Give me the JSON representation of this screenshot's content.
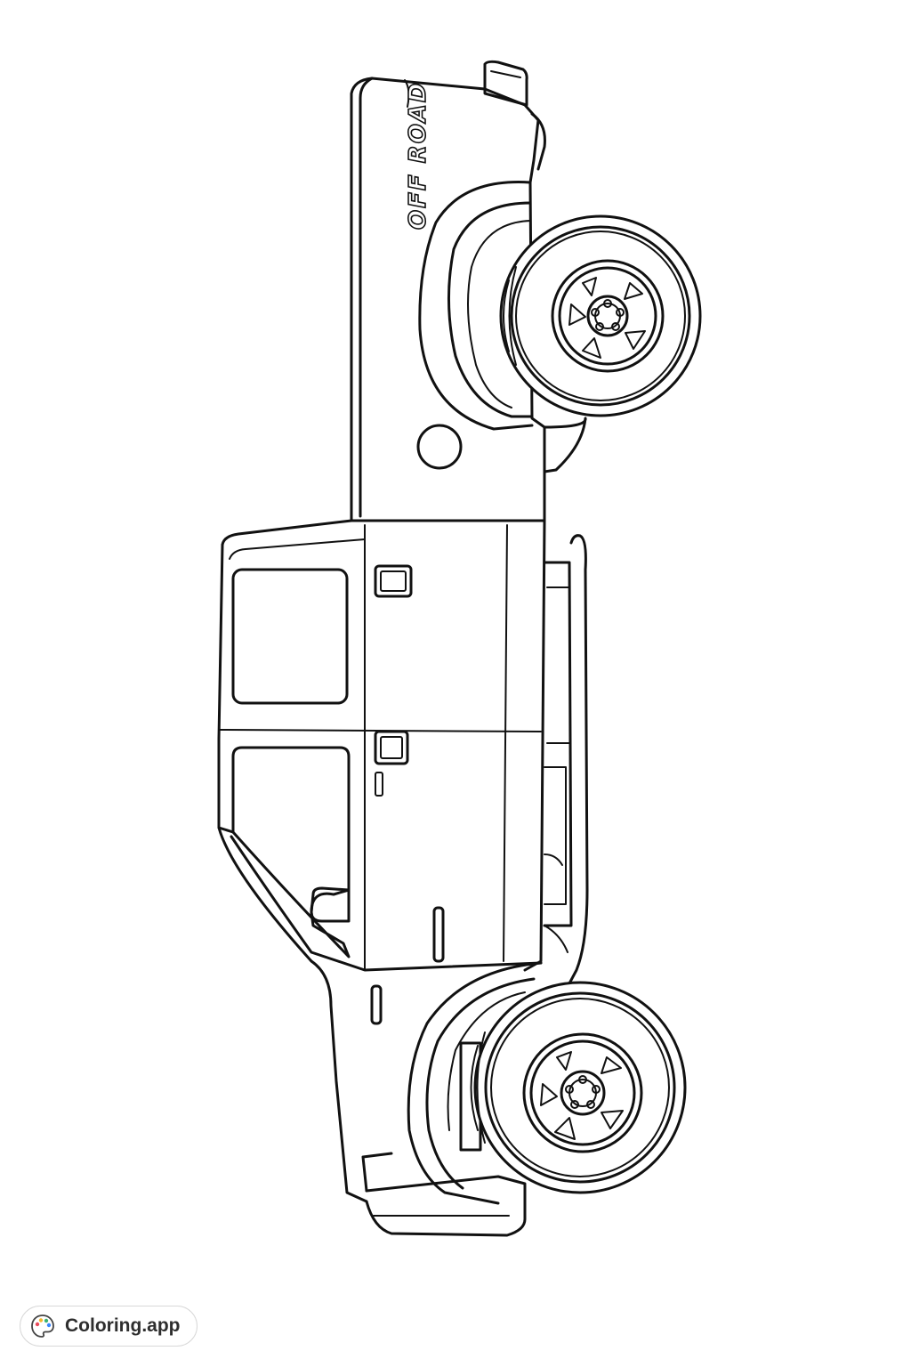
{
  "artwork": {
    "decal_text": "OFF ROAD",
    "icon": "pickup-truck-coloring-outline",
    "line_color": "#111111",
    "background_color": "#ffffff"
  },
  "branding": {
    "label": "Coloring.app",
    "icon": "palette-icon",
    "border_color": "#d8d8d8",
    "text_color": "#2e2e2e"
  }
}
